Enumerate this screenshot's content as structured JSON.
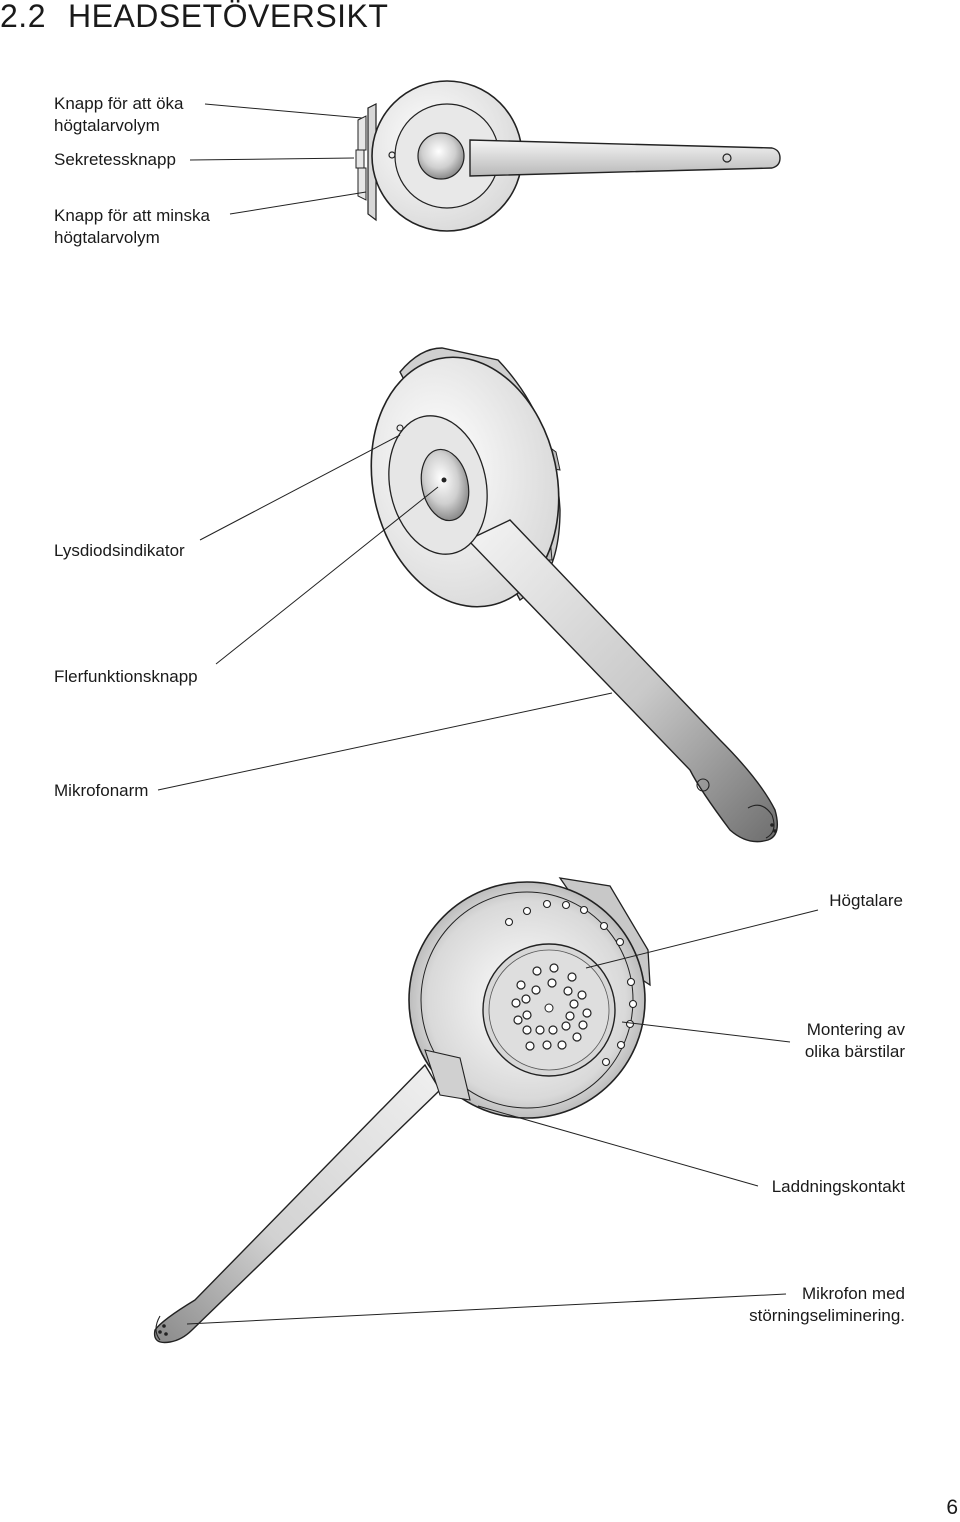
{
  "header": {
    "section_number": "2.2",
    "title": "HEADSETÖVERSIKT"
  },
  "callouts": {
    "volume_up": [
      "Knapp för att öka",
      "högtalarvolym"
    ],
    "mute": "Sekretessknapp",
    "volume_down": [
      "Knapp för att minska",
      "högtalarvolym"
    ],
    "led": "Lysdiodsindikator",
    "multifunction": "Flerfunktionsknapp",
    "boom": "Mikrofonarm",
    "speaker": "Högtalare",
    "mounting": [
      "Montering av",
      "olika bärstilar"
    ],
    "charging": "Laddningskontakt",
    "microphone": [
      "Mikrofon med",
      "störningseliminering."
    ]
  },
  "footer": {
    "page_number": "6"
  }
}
